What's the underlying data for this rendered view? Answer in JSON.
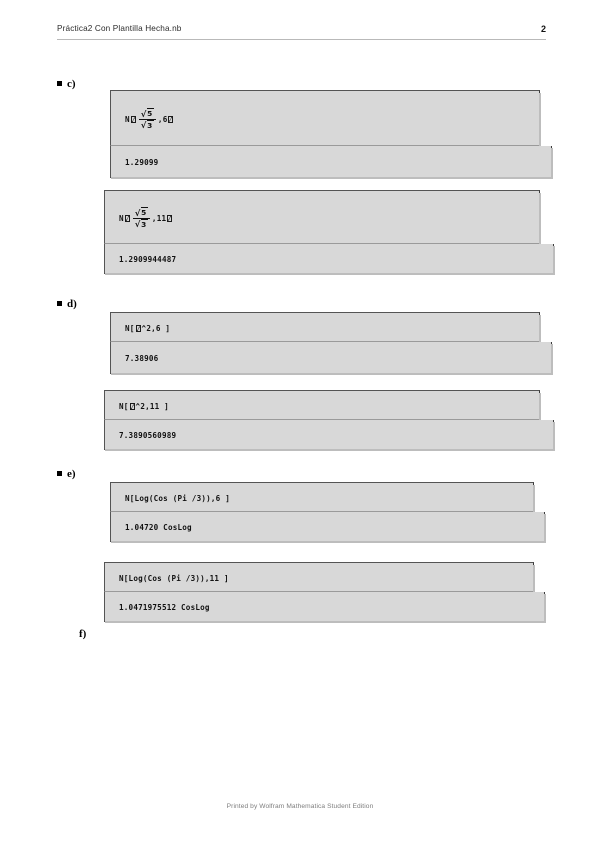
{
  "header": {
    "title": "Práctica2 Con Plantilla Hecha.nb",
    "page_number": "2"
  },
  "footer": {
    "text": "Printed by Wolfram Mathematica Student Edition"
  },
  "sections": [
    {
      "label": "c)",
      "has_bullet": true,
      "cells": [
        {
          "input_prefix": "N",
          "input_numerator_radicand": "5",
          "input_denominator_radicand": "3",
          "input_suffix": ",6",
          "output": "1.29099",
          "precision": "6"
        },
        {
          "input_prefix": "N",
          "input_numerator_radicand": "5",
          "input_denominator_radicand": "3",
          "input_suffix": ",11",
          "output": "1.2909944487",
          "precision": "11"
        }
      ]
    },
    {
      "label": "d)",
      "has_bullet": true,
      "cells": [
        {
          "input_before": "N[",
          "input_after": "^2,6 ]",
          "output": "7.38906",
          "precision": "6"
        },
        {
          "input_before": "N[",
          "input_after": "^2,11 ]",
          "output": "7.3890560989",
          "precision": "11"
        }
      ]
    },
    {
      "label": "e)",
      "has_bullet": true,
      "cells": [
        {
          "input": "N[Log(Cos (Pi /3)),6 ]",
          "output": "1.04720 CosLog",
          "precision": "6"
        },
        {
          "input": "N[Log(Cos (Pi /3)),11 ]",
          "output": "1.0471975512 CosLog",
          "precision": "11"
        }
      ]
    },
    {
      "label": "f)",
      "has_bullet": false,
      "cells": []
    }
  ]
}
